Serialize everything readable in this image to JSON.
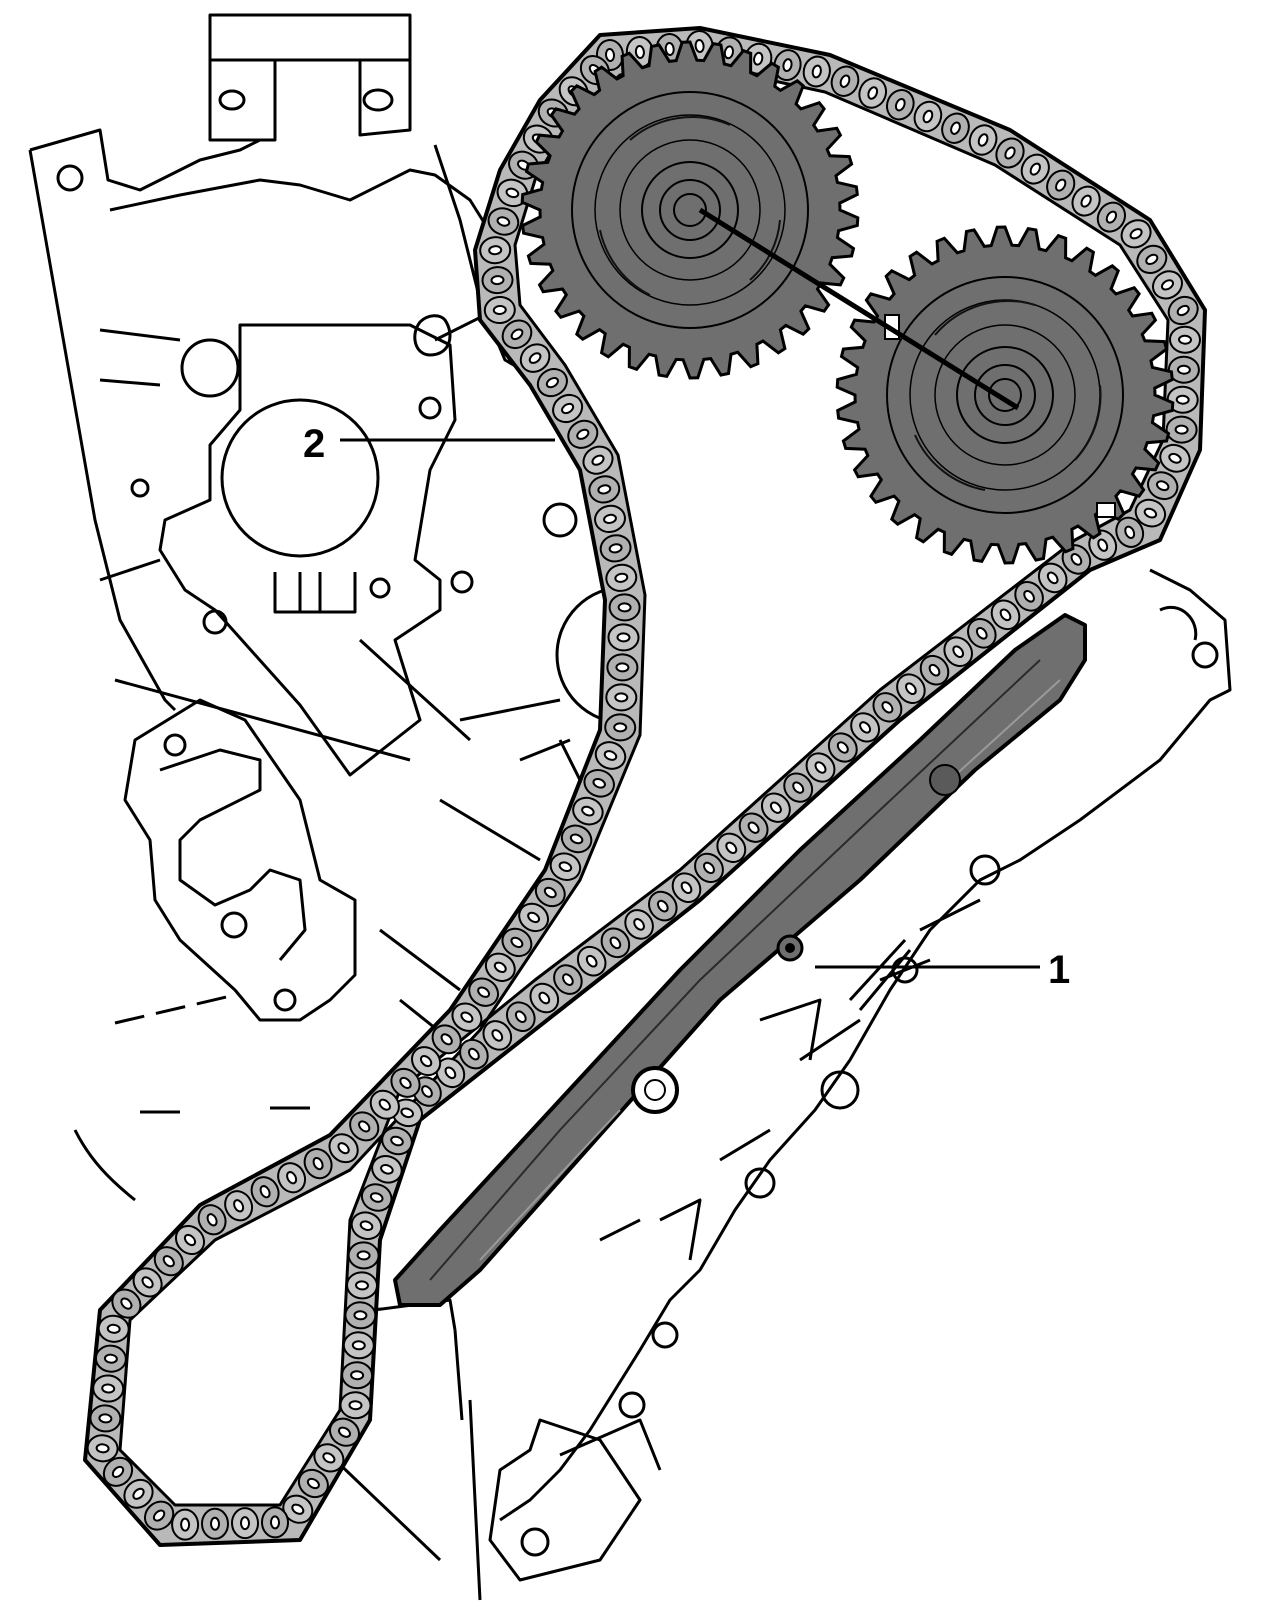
{
  "colors": {
    "background": "#ffffff",
    "line": "#000000",
    "part_fill": "#6f6f6f",
    "chain_fill": "#b9b9b9"
  },
  "callouts": [
    {
      "id": "1",
      "label": "1"
    },
    {
      "id": "2",
      "label": "2"
    }
  ]
}
